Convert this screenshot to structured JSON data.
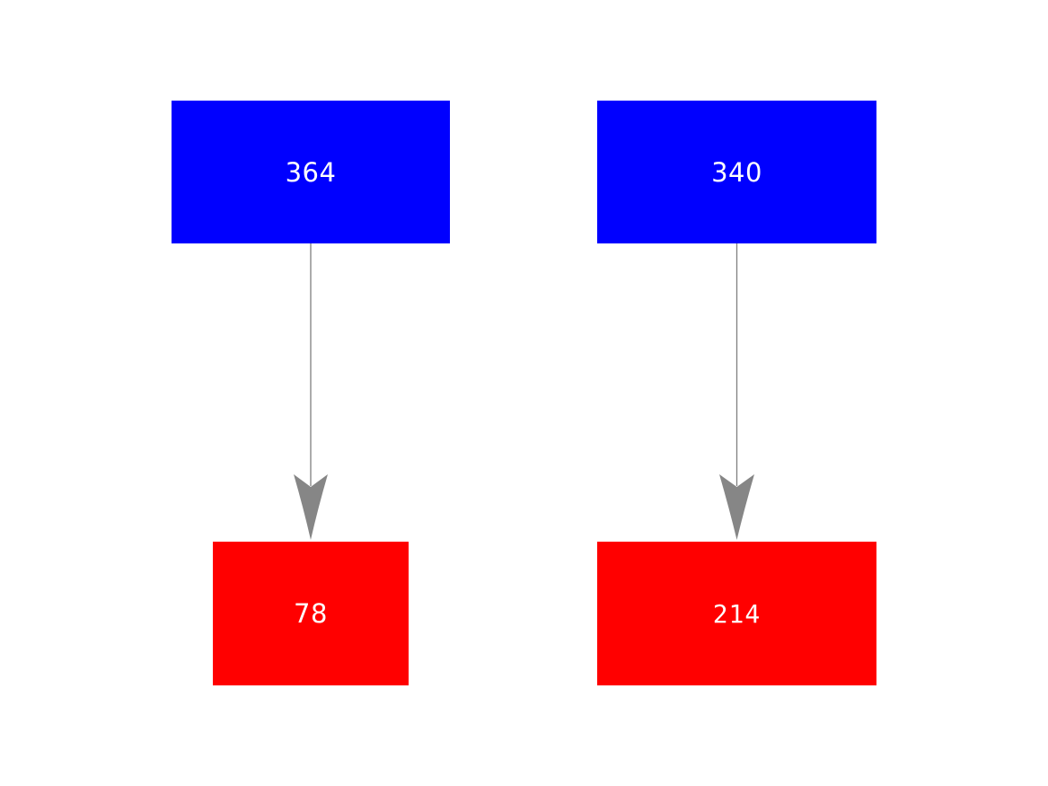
{
  "diagram": {
    "background": "#ffffff",
    "nodes": [
      {
        "id": "blue-1",
        "label": "364",
        "fill": "#0000ff",
        "text_color": "#ffffff"
      },
      {
        "id": "blue-2",
        "label": "340",
        "fill": "#0000ff",
        "text_color": "#ffffff"
      },
      {
        "id": "red-1",
        "label": "78",
        "fill": "#ff0000",
        "text_color": "#ffffff"
      },
      {
        "id": "red-2",
        "label": "214",
        "fill": "#ff0000",
        "text_color": "#ffffff"
      }
    ],
    "edges": [
      {
        "from": "blue-1",
        "to": "red-1",
        "line_color": "#7f7f7f",
        "arrowhead_color": "#868686"
      },
      {
        "from": "blue-2",
        "to": "red-2",
        "line_color": "#7f7f7f",
        "arrowhead_color": "#868686"
      }
    ]
  }
}
